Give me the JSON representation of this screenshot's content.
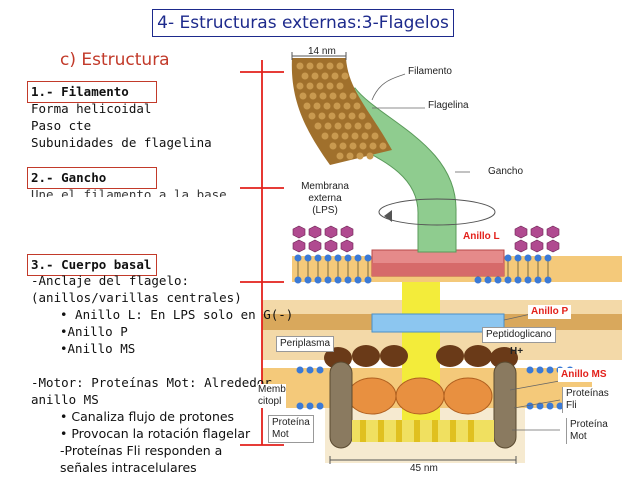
{
  "title": "4- Estructuras externas:3-Flagelos",
  "section": "c) Estructura",
  "sections": {
    "filamento": {
      "header": "1.- Filamento",
      "lines": [
        "Forma helicoidal",
        "Paso cte",
        "Subunidades de flagelina"
      ]
    },
    "gancho": {
      "header": "2.- Gancho",
      "line": "Une el filamento a la base..."
    },
    "cuerpo": {
      "header": "3.- Cuerpo basal",
      "lines": [
        "-Anclaje del flagelo:",
        "(anillos/varillas centrales)"
      ],
      "bullets": [
        "• Anillo L: En LPS solo en G(-)",
        "•Anillo P",
        "•Anillo MS"
      ],
      "motor_lines": [
        "-Motor: Proteínas Mot: Alrededor",
        "anillo MS"
      ],
      "motor_bullets": [
        "• Canaliza flujo de protones",
        "• Provocan la rotación flagelar"
      ],
      "fli_lines": [
        "-Proteínas Fli responden a",
        "señales intracelulares"
      ]
    }
  },
  "diagram": {
    "scale_top": "14 nm",
    "scale_bottom": "45 nm",
    "filamento": "Filamento",
    "flagelina": "Flagelina",
    "gancho": "Gancho",
    "membrana_externa": [
      "Membrana",
      "externa",
      "(LPS)"
    ],
    "anillo_l": "Anillo L",
    "anillo_p": "Anillo P",
    "anillo_ms": "Anillo MS",
    "periplasma": "Periplasma",
    "peptidoglicano": "Peptidoglicano",
    "h_plus": "H+",
    "memb_citopl": [
      "Memb",
      "citopl"
    ],
    "proteina_mot_left": [
      "Proteína",
      "Mot"
    ],
    "proteinas_fli": [
      "Proteínas",
      "Fli"
    ],
    "proteina_mot_right": [
      "Proteína",
      "Mot"
    ]
  },
  "colors": {
    "title": "#1d2a8c",
    "accent_red": "#e3211b",
    "filament": "#a0702c",
    "hook": "#8fcc8f",
    "rod": "#e8e020"
  }
}
